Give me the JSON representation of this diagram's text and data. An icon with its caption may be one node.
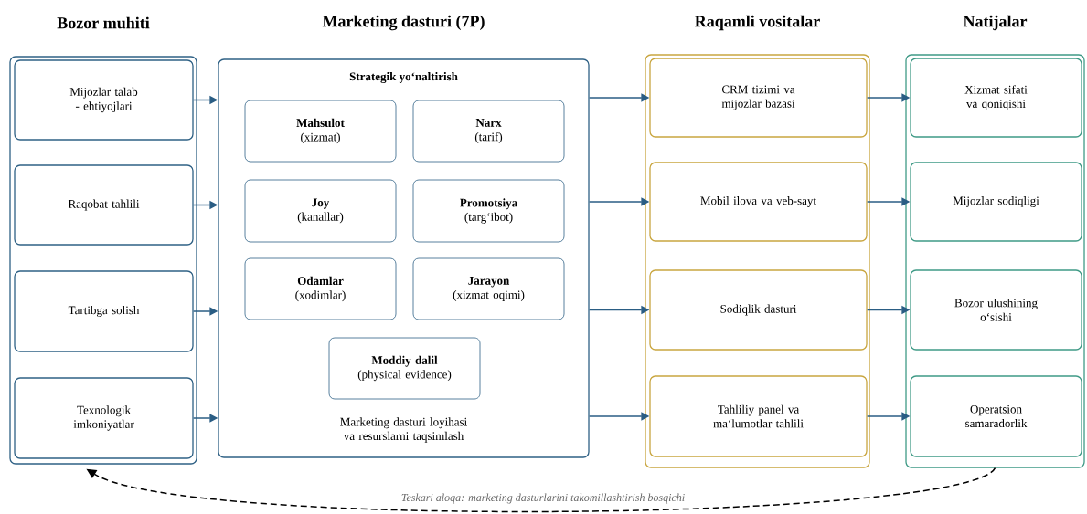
{
  "diagram": {
    "nodes": [
      {
        "text": [
          "Bozor muhiti"
        ]
      },
      {
        "text": [
          "Mijozlar talab - ehtiyojlari"
        ],
        "in": 0
      },
      {
        "text": [
          "Raqobat tahlili"
        ],
        "in": 0
      },
      {
        "text": [
          "Tartibga solish"
        ],
        "in": 0
      },
      {
        "text": [
          "Texnologik imkoniyatlar"
        ],
        "in": 0
      },
      {
        "text": [
          "Marketing dasturi (7P)",
          "Strategik yo‘naltirish",
          "Marketing dasturi loyihasi va resurslarni taqsimlash"
        ]
      },
      {
        "text": [
          "Mahsulot",
          "(xizmat)"
        ],
        "in": 5
      },
      {
        "text": [
          "Narx",
          "(tarif)"
        ],
        "in": 5
      },
      {
        "text": [
          "Joy",
          "(kanallar)"
        ],
        "in": 5
      },
      {
        "text": [
          "Promotsiya",
          "(targ‘ibot)"
        ],
        "in": 5
      },
      {
        "text": [
          "Odamlar",
          "(xodimlar)"
        ],
        "in": 5
      },
      {
        "text": [
          "Jarayon",
          "(xizmat oqimi)"
        ],
        "in": 5
      },
      {
        "text": [
          "Moddiy dalil",
          "(physical evidence)"
        ],
        "in": 5
      },
      {
        "text": [
          "Raqamli vositalar"
        ]
      },
      {
        "text": [
          "CRM tizimi va mijozlar bazasi"
        ],
        "in": 13
      },
      {
        "text": [
          "Mobil ilova va veb-sayt"
        ],
        "in": 13
      },
      {
        "text": [
          "Sodiqlik dasturi"
        ],
        "in": 13
      },
      {
        "text": [
          "Tahliliy panel va ma‘lumotlar tahlili"
        ],
        "in": 13
      },
      {
        "text": [
          "Natijalar"
        ]
      },
      {
        "text": [
          "Xizmat sifati va qoniqishi"
        ],
        "in": 18
      },
      {
        "text": [
          "Mijozlar sodiqligi"
        ],
        "in": 18
      },
      {
        "text": [
          "Bozor ulushining o‘sishi"
        ],
        "in": 18
      },
      {
        "text": [
          "Operatsion samaradorlik"
        ],
        "in": 18
      }
    ],
    "edges": [
      {
        "from": 1,
        "to": 5,
        "arrow": "to"
      },
      {
        "from": 2,
        "to": 5,
        "arrow": "to"
      },
      {
        "from": 3,
        "to": 5,
        "arrow": "to"
      },
      {
        "from": 4,
        "to": 5,
        "arrow": "to"
      },
      {
        "from": 5,
        "to": 14,
        "arrow": "to"
      },
      {
        "from": 5,
        "to": 15,
        "arrow": "to"
      },
      {
        "from": 5,
        "to": 16,
        "arrow": "to"
      },
      {
        "from": 5,
        "to": 17,
        "arrow": "to"
      },
      {
        "from": 14,
        "to": 19,
        "arrow": "to"
      },
      {
        "from": 15,
        "to": 20,
        "arrow": "to"
      },
      {
        "from": 16,
        "to": 21,
        "arrow": "to"
      },
      {
        "from": 17,
        "to": 22,
        "arrow": "to"
      },
      {
        "from": 18,
        "to": 0,
        "arrow": "to",
        "style": "dashed",
        "color": "#000000",
        "label": "Teskari aloqa: marketing dasturlarini takomillashtirish bosqichi"
      }
    ]
  }
}
